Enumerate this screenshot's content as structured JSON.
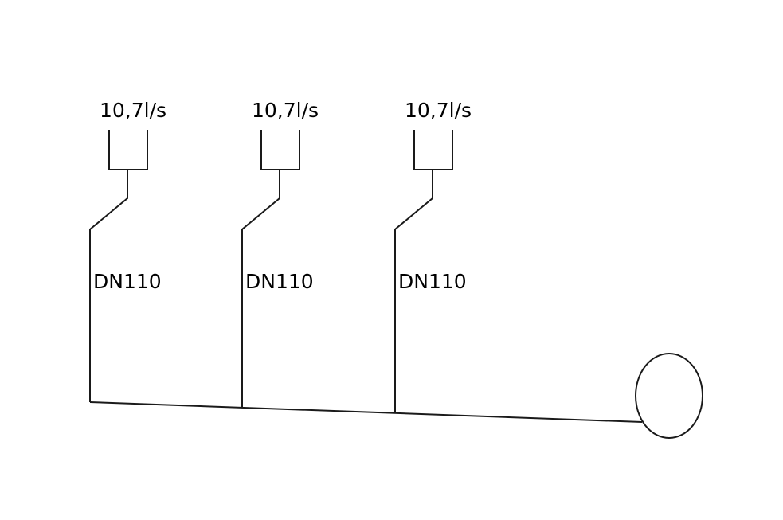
{
  "branches": [
    {
      "flow": "10,7l/s",
      "pipe": "DN110"
    },
    {
      "flow": "10,7l/s",
      "pipe": "DN110"
    },
    {
      "flow": "10,7l/s",
      "pipe": "DN110"
    }
  ]
}
